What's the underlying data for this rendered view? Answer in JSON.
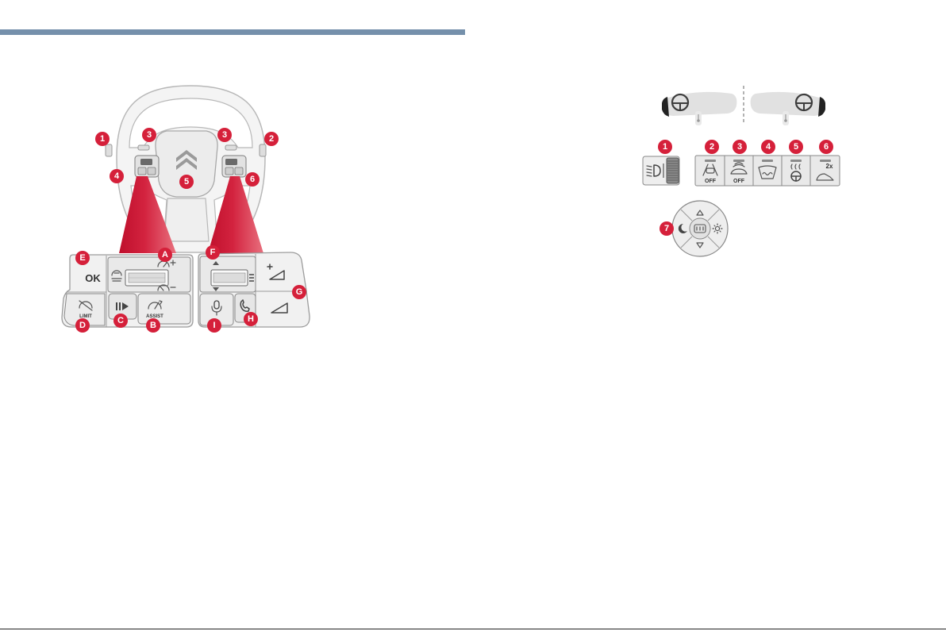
{
  "page": {
    "header_bar_color": "#7590ab",
    "callout_color": "#d5203a",
    "funnel_color": "#c8102e"
  },
  "steering_wheel_diagram": {
    "callouts": {
      "left_paddle": "1",
      "right_paddle": "2",
      "left_upper_control": "3",
      "right_upper_control": "3",
      "left_switch": "4",
      "hub": "5",
      "right_switch": "6"
    },
    "left_switch_panel": {
      "callouts": {
        "roller": "A",
        "assist": "B",
        "pause_resume": "C",
        "limit": "D",
        "ok": "E"
      },
      "ok_label": "OK",
      "limit_label": "LIMIT",
      "assist_label": "ASSIST"
    },
    "right_switch_panel": {
      "callouts": {
        "roller": "F",
        "volume": "G",
        "phone": "H",
        "voice": "I"
      }
    }
  },
  "dashboard_controls_diagram": {
    "callouts": {
      "button_1": "1",
      "button_2": "2",
      "button_3": "3",
      "button_4": "4",
      "button_5": "5",
      "button_6": "6",
      "dial": "7"
    },
    "button_2_label": "OFF",
    "button_3_label": "OFF",
    "button_6_label": "2x"
  }
}
